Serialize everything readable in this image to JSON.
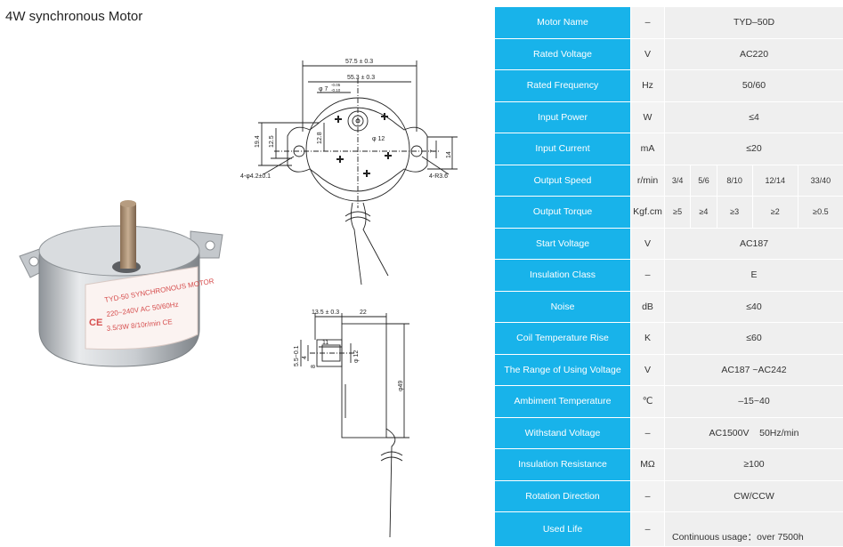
{
  "title": "4W synchronous Motor",
  "photo": {
    "label_lines": [
      "TYD-50 SYNCHRONOUS MOTOR",
      "220~240V AC 50/60Hz",
      "3.5/3W  8/10r/min  CE"
    ],
    "ce_mark": "CE"
  },
  "drawing_front": {
    "dim_width_outer": "57.5 ± 0.3",
    "dim_width_inner": "55.3 ± 0.3",
    "dim_phi7": "φ 7",
    "dim_phi7_tol_top": "-0.05",
    "dim_phi7_tol_bot": "-0.10",
    "dim_19_4": "19.4",
    "dim_12_5": "12.5",
    "dim_12_8": "12.8",
    "dim_phi12": "φ 12",
    "dim_14": "14",
    "dim_7": "7",
    "dim_holes": "4-φ4.2±0.1",
    "dim_radius": "4-R3.6"
  },
  "drawing_side": {
    "dim_13_5": "13.5 ± 0.3",
    "dim_22": "22",
    "dim_11": "11",
    "dim_5_5": "5.5−0.1",
    "dim_phi12": "φ 12",
    "dim_phi49": "φ49",
    "dim_4": "4",
    "dim_8": "8"
  },
  "spec": {
    "motor_name": {
      "label": "Motor Name",
      "unit": "–",
      "value": "TYD–50D"
    },
    "rated_voltage": {
      "label": "Rated Voltage",
      "unit": "V",
      "value": "AC220"
    },
    "rated_frequency": {
      "label": "Rated Frequency",
      "unit": "Hz",
      "value": "50/60"
    },
    "input_power": {
      "label": "Input Power",
      "unit": "W",
      "value": "≤4"
    },
    "input_current": {
      "label": "Input Current",
      "unit": "mA",
      "value": "≤20"
    },
    "output_speed": {
      "label": "Output Speed",
      "unit": "r/min",
      "values": [
        "3/4",
        "5/6",
        "8/10",
        "12/14",
        "33/40"
      ]
    },
    "output_torque": {
      "label": "Output Torque",
      "unit": "Kgf.cm",
      "values": [
        "≥5",
        "≥4",
        "≥3",
        "≥2",
        "≥0.5"
      ]
    },
    "start_voltage": {
      "label": "Start Voltage",
      "unit": "V",
      "value": "AC187"
    },
    "insulation_class": {
      "label": "Insulation Class",
      "unit": "–",
      "value": "E"
    },
    "noise": {
      "label": "Noise",
      "unit": "dB",
      "value": "≤40"
    },
    "coil_temp_rise": {
      "label": "Coil Temperature Rise",
      "unit": "K",
      "value": "≤60"
    },
    "range_voltage": {
      "label": "The Range of Using Voltage",
      "unit": "V",
      "value": "AC187 ~AC242"
    },
    "ambient_temp": {
      "label": "Ambiment Temperature",
      "unit": "℃",
      "value": "–15~40"
    },
    "withstand_voltage": {
      "label": "Withstand Voltage",
      "unit": "–",
      "value": "AC1500V    50Hz/min"
    },
    "insulation_res": {
      "label": "Insulation Resistance",
      "unit": "MΩ",
      "value": "≥100"
    },
    "rotation": {
      "label": "Rotation Direction",
      "unit": "–",
      "value": "CW/CCW"
    },
    "used_life": {
      "label": "Used Life",
      "unit": "–",
      "value": "Continuous usage：over 7500h"
    }
  }
}
